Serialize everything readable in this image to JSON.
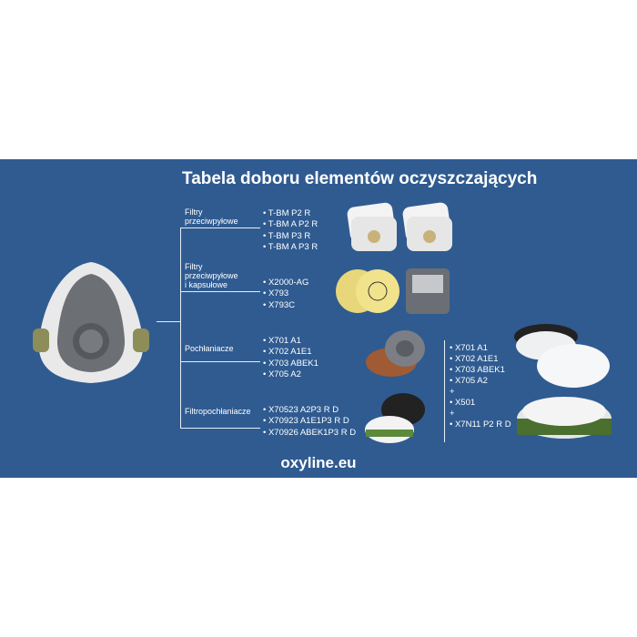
{
  "title": "Tabela doboru elementów oczyszczających",
  "categories": [
    {
      "label": "Filtry przeciwpyłowe",
      "items": [
        "T-BM P2 R",
        "T-BM A P2 R",
        "T-BM P3 R",
        "T-BM A P3 R"
      ]
    },
    {
      "label": "Filtry przeciwpyłowe i kapsułowe",
      "items": [
        "X2000-AG",
        "X793",
        "X793C"
      ]
    },
    {
      "label": "Pochłaniacze",
      "items": [
        "X701 A1",
        "X702 A1E1",
        "X703 ABEK1",
        "X705 A2"
      ]
    },
    {
      "label": "Filtropochłaniacze",
      "items": [
        "X70523 A2P3 R D",
        "X70923 A1E1P3 R D",
        "X70926 ABEK1P3 R D"
      ]
    }
  ],
  "combo": {
    "items": [
      "X701 A1",
      "X702 A1E1",
      "X703 ABEK1",
      "X705 A2"
    ],
    "plus": "+",
    "middle": "X501",
    "last": "X7N11 P2 R D"
  },
  "footer": "oxyline.eu"
}
